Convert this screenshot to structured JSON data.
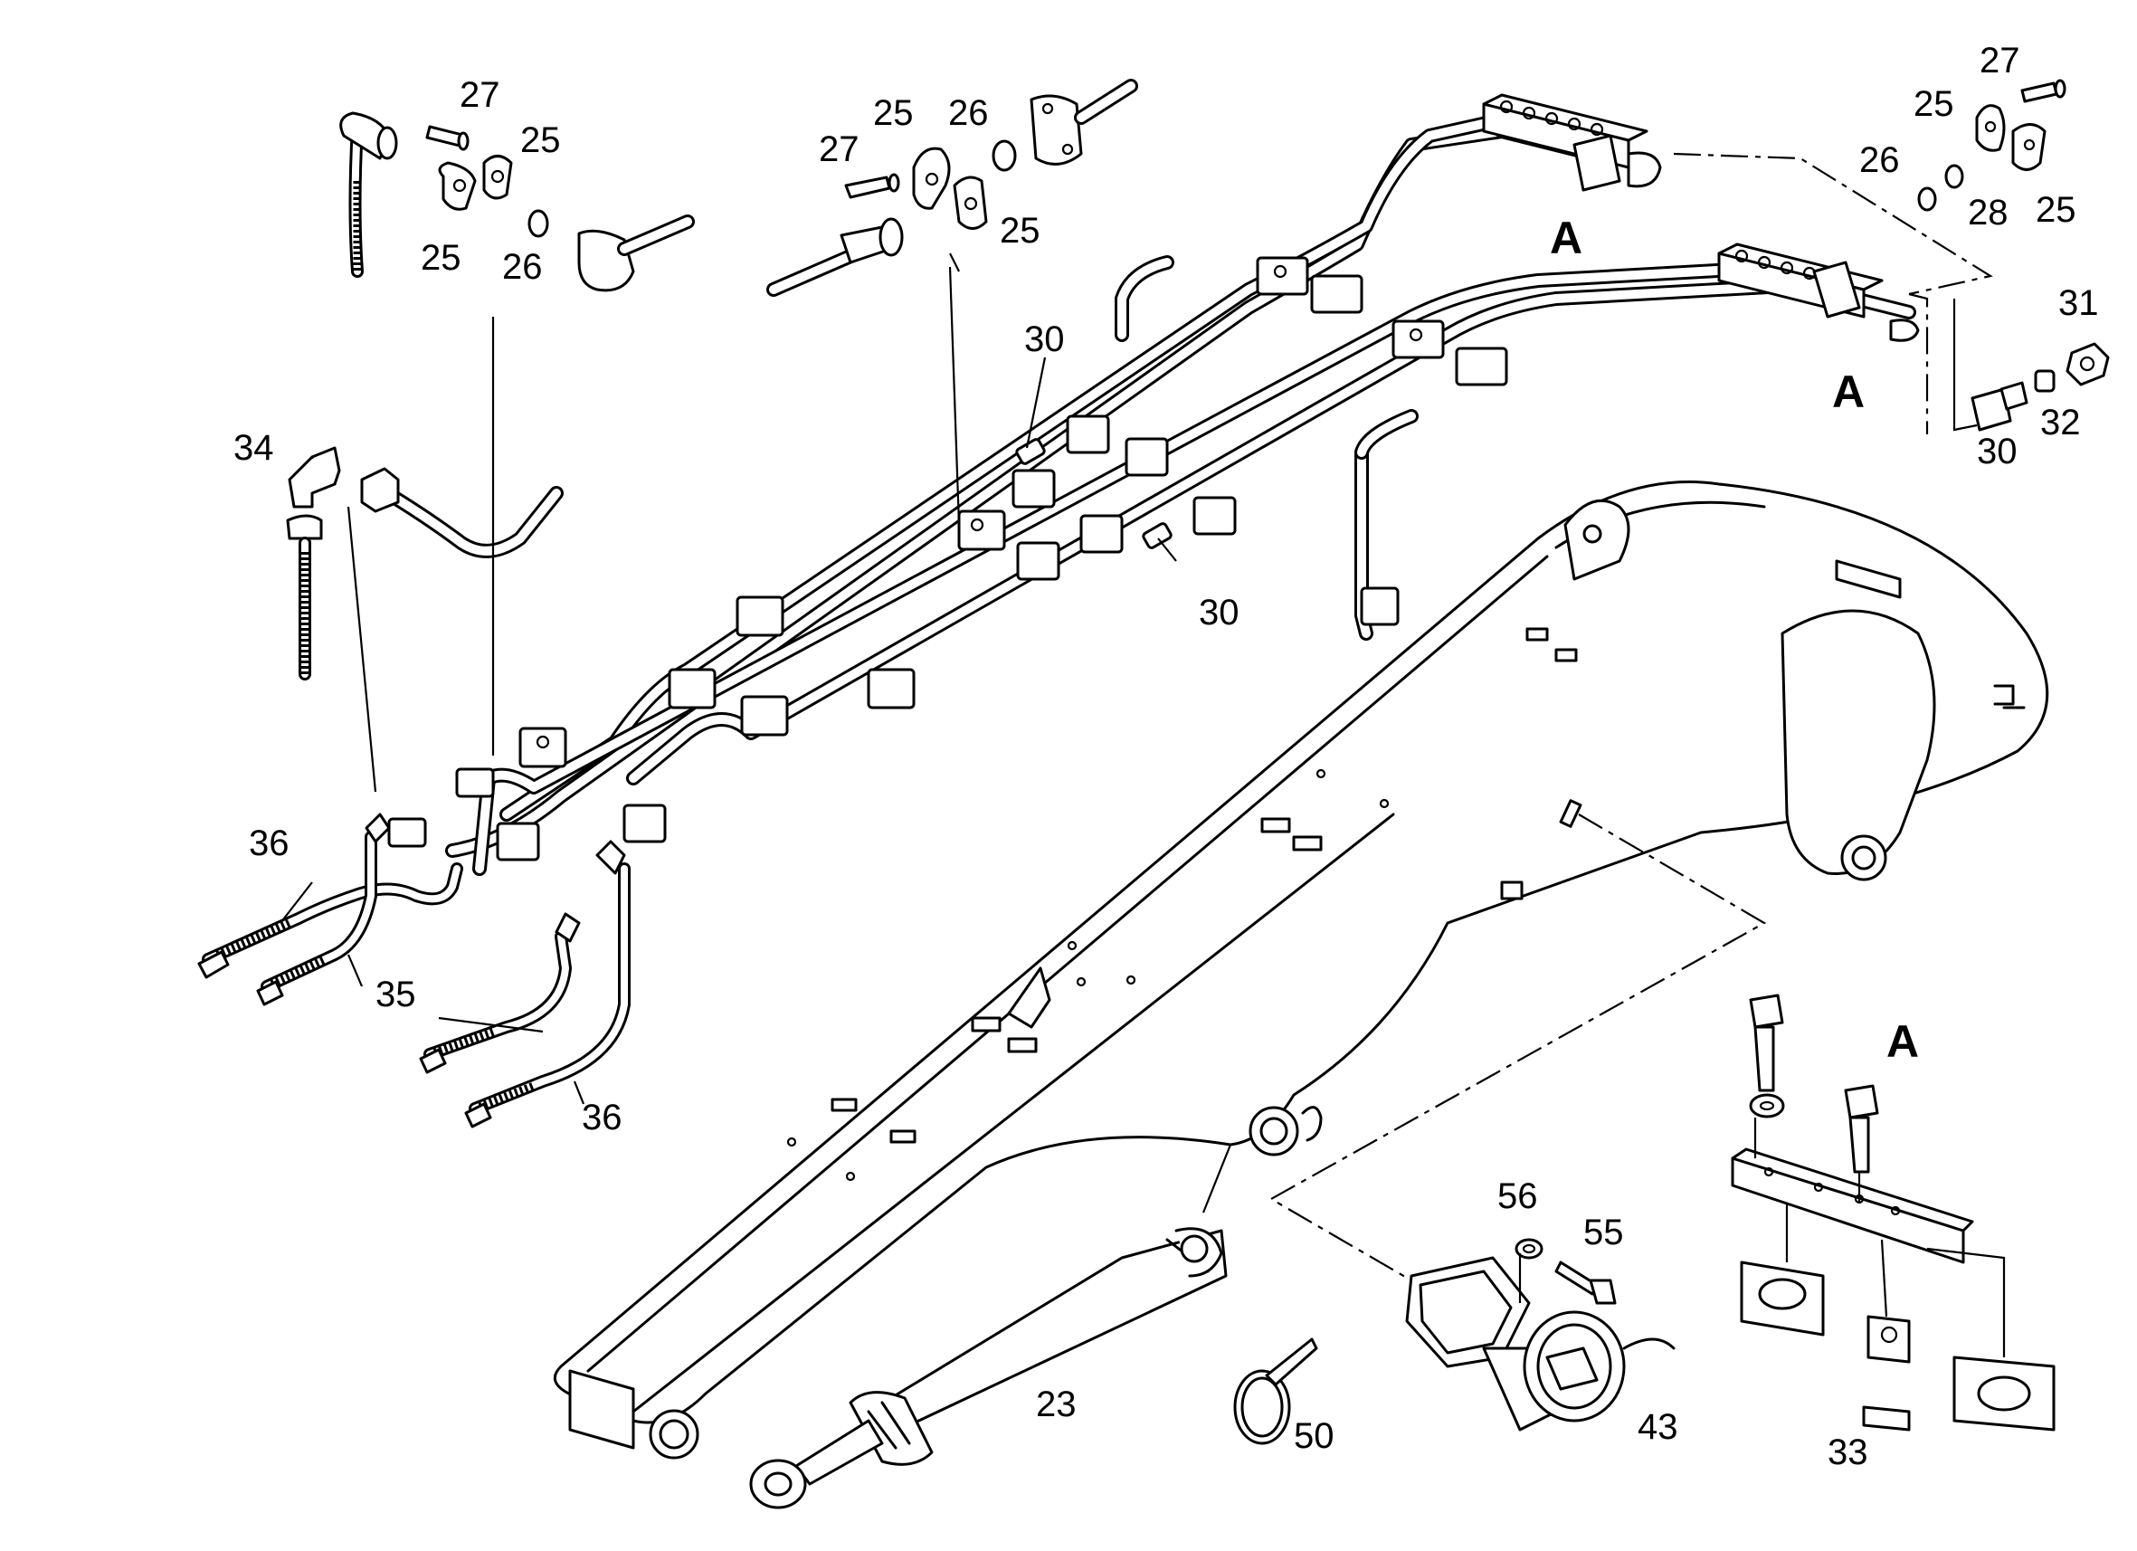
{
  "callouts": {
    "c27a": "27",
    "c25a": "25",
    "c25b": "25",
    "c26a": "26",
    "c27b": "27",
    "c25c": "25",
    "c26b": "26",
    "c25d": "25",
    "c27c": "27",
    "c25e": "25",
    "c26c": "26",
    "c28": "28",
    "c25f": "25",
    "c30a": "30",
    "c31": "31",
    "c32": "32",
    "c30b": "30",
    "c30c": "30",
    "c34": "34",
    "c36a": "36",
    "c35": "35",
    "c36b": "36",
    "cA1": "A",
    "cA2": "A",
    "cA3": "A",
    "c56": "56",
    "c55": "55",
    "c43": "43",
    "c50": "50",
    "c23": "23",
    "c33": "33"
  }
}
